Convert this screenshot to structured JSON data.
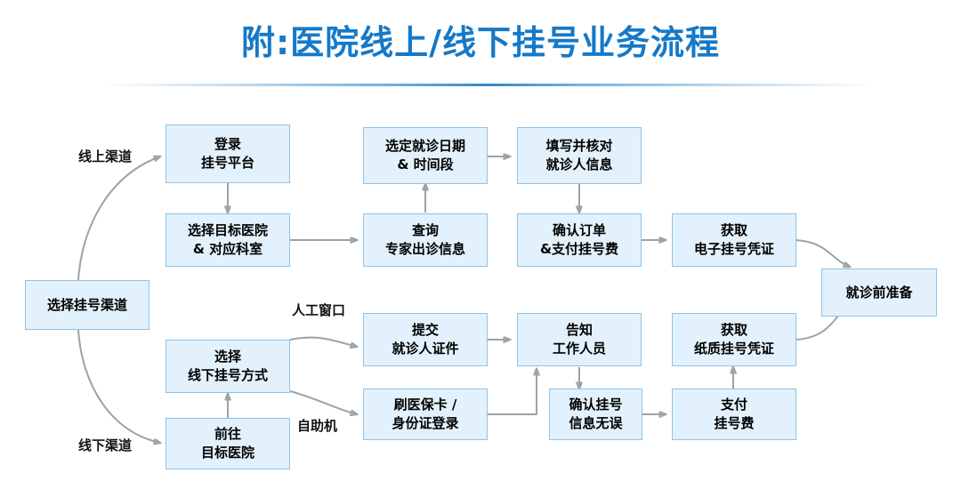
{
  "title": "附:医院线上/线下挂号业务流程",
  "nodes": [
    {
      "id": "choose-channel",
      "label": "选择挂号渠道"
    },
    {
      "id": "login-platform",
      "label": "登录\n挂号平台"
    },
    {
      "id": "select-hospital",
      "label": "选择目标医院\n& 对应科室"
    },
    {
      "id": "query-expert",
      "label": "查询\n专家出诊信息"
    },
    {
      "id": "select-date",
      "label": "选定就诊日期\n& 时间段"
    },
    {
      "id": "fill-patient-info",
      "label": "填写并核对\n就诊人信息"
    },
    {
      "id": "confirm-order-pay",
      "label": "确认订单\n&支付挂号费"
    },
    {
      "id": "get-evoucher",
      "label": "获取\n电子挂号凭证"
    },
    {
      "id": "pre-visit-prep",
      "label": "就诊前准备"
    },
    {
      "id": "select-offline-way",
      "label": "选择\n线下挂号方式"
    },
    {
      "id": "go-to-hospital",
      "label": "前往\n目标医院"
    },
    {
      "id": "submit-id",
      "label": "提交\n就诊人证件"
    },
    {
      "id": "inform-staff",
      "label": "告知\n工作人员"
    },
    {
      "id": "swipe-card-login",
      "label": "刷医保卡 /\n身份证登录"
    },
    {
      "id": "confirm-info-ok",
      "label": "确认挂号\n信息无误"
    },
    {
      "id": "pay-fee",
      "label": "支付\n挂号费"
    },
    {
      "id": "get-paper-voucher",
      "label": "获取\n纸质挂号凭证"
    }
  ],
  "edge_labels": [
    {
      "id": "online-channel",
      "text": "线上渠道"
    },
    {
      "id": "offline-channel",
      "text": "线下渠道"
    },
    {
      "id": "manual-window",
      "text": "人工窗口"
    },
    {
      "id": "self-service",
      "text": "自助机"
    }
  ],
  "colors": {
    "title": "#1579c8",
    "node_fill": "#e2f1fb",
    "node_border": "#8ec3e8",
    "connector": "#9ba3a8",
    "text": "#000000"
  }
}
